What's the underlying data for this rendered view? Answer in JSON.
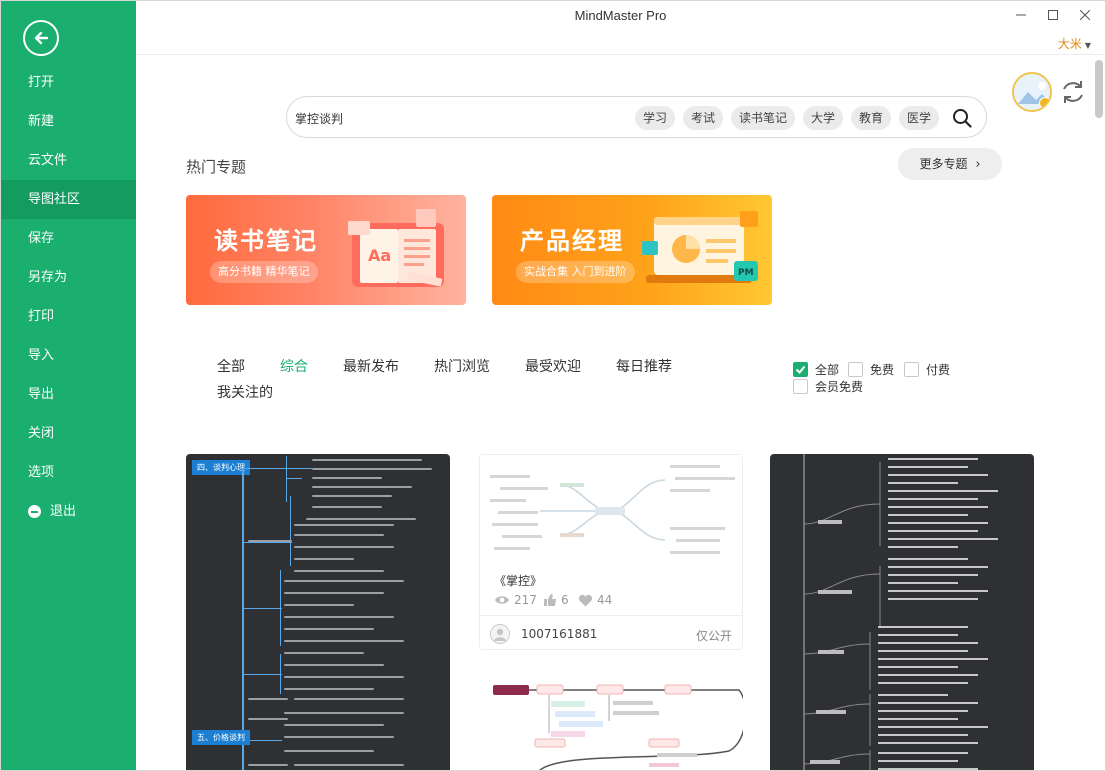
{
  "app": {
    "title": "MindMaster Pro",
    "user_name": "大米"
  },
  "sidebar": {
    "items": [
      {
        "label": "打开"
      },
      {
        "label": "新建"
      },
      {
        "label": "云文件"
      },
      {
        "label": "导图社区"
      },
      {
        "label": "保存"
      },
      {
        "label": "另存为"
      },
      {
        "label": "打印"
      },
      {
        "label": "导入"
      },
      {
        "label": "导出"
      },
      {
        "label": "关闭"
      },
      {
        "label": "选项"
      },
      {
        "label": "退出"
      }
    ],
    "active_index": 3
  },
  "search": {
    "value": "掌控谈判",
    "tags": [
      "学习",
      "考试",
      "读书笔记",
      "大学",
      "教育",
      "医学"
    ]
  },
  "hot_topics": {
    "title": "热门专题",
    "more_label": "更多专题",
    "banners": [
      {
        "title": "读书笔记",
        "subtitle": "高分书籍 精华笔记"
      },
      {
        "title": "产品经理",
        "subtitle": "实战合集 入门到进阶"
      }
    ]
  },
  "filters": {
    "tabs": [
      "全部",
      "综合",
      "最新发布",
      "热门浏览",
      "最受欢迎",
      "每日推荐",
      "我关注的"
    ],
    "active_tab": "综合",
    "price": [
      {
        "label": "全部",
        "checked": true
      },
      {
        "label": "免费",
        "checked": false
      },
      {
        "label": "付费",
        "checked": false
      },
      {
        "label": "会员免费",
        "checked": false
      }
    ]
  },
  "cards": {
    "left": {
      "node_1": "四、谈判心理",
      "node_2": "五、价格谈判"
    },
    "featured": {
      "title": "《掌控》",
      "views": "217",
      "likes": "6",
      "favorites": "44",
      "author": "1007161881",
      "visibility": "仅公开"
    }
  },
  "colors": {
    "accent": "#1aaf6f",
    "user": "#e08a14"
  }
}
